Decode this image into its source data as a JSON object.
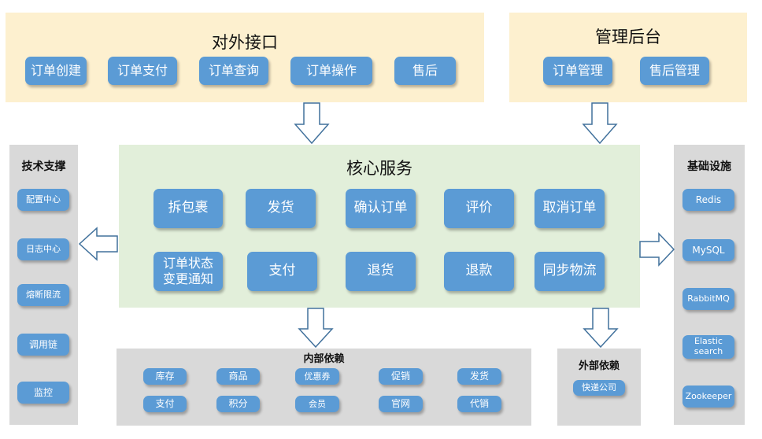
{
  "api": {
    "title": "对外接口",
    "items": [
      "订单创建",
      "订单支付",
      "订单查询",
      "订单操作",
      "售后"
    ]
  },
  "admin": {
    "title": "管理后台",
    "items": [
      "订单管理",
      "售后管理"
    ]
  },
  "core": {
    "title": "核心服务",
    "row1": [
      "拆包裹",
      "发货",
      "确认订单",
      "评价",
      "取消订单"
    ],
    "row2": [
      "订单状态\n变更通知",
      "支付",
      "退货",
      "退款",
      "同步物流"
    ]
  },
  "tech": {
    "title": "技术支撑",
    "items": [
      "配置中心",
      "日志中心",
      "熔断限流",
      "调用链",
      "监控"
    ]
  },
  "infra": {
    "title": "基础设施",
    "items": [
      "Redis",
      "MySQL",
      "RabbitMQ",
      "Elastic\nsearch",
      "Zookeeper"
    ]
  },
  "internal": {
    "title": "内部依赖",
    "row1": [
      "库存",
      "商品",
      "优惠券",
      "促销",
      "发货"
    ],
    "row2": [
      "支付",
      "积分",
      "会员",
      "官网",
      "代销"
    ]
  },
  "external": {
    "title": "外部依赖",
    "items": [
      "快递公司"
    ]
  },
  "colors": {
    "button": "#5b9bd5",
    "api_bg": "#fdf0cf",
    "core_bg": "#e2efda",
    "side_bg": "#d9d9d9",
    "arrow_stroke": "#41719c"
  }
}
